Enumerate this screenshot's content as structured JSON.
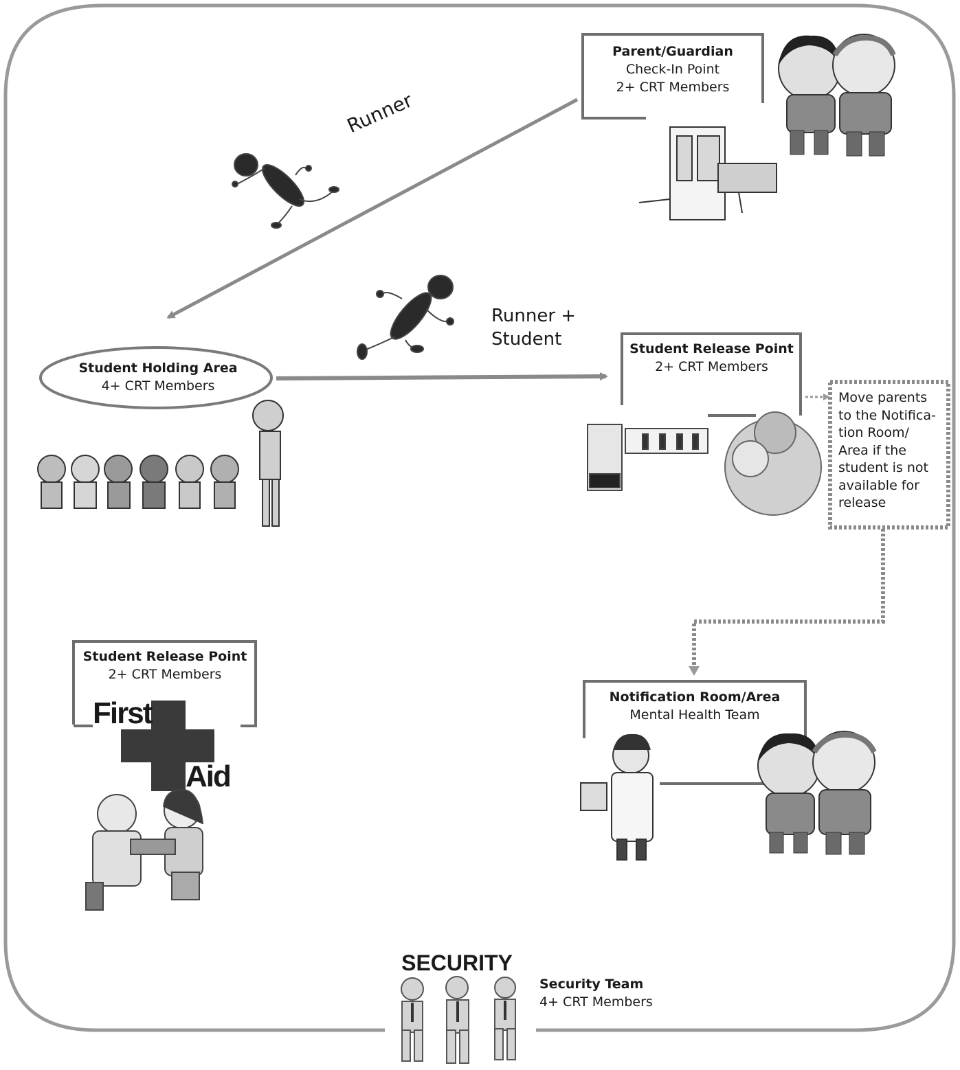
{
  "checkin": {
    "line1": "Parent/Guardian",
    "line2": "Check-In Point",
    "line3": "2+ CRT Members"
  },
  "runner_label": "Runner",
  "runner_student": {
    "line1": "Runner +",
    "line2": "Student"
  },
  "holding": {
    "line1": "Student Holding Area",
    "line2": "4+ CRT Members"
  },
  "release_main": {
    "line1": "Student Release Point",
    "line2": "2+ CRT Members"
  },
  "note_lines": [
    "Move parents",
    "to the Notifica-",
    "tion Room/",
    "Area if the",
    "student is not",
    "available for",
    "release"
  ],
  "release_aid": {
    "line1": "Student Release Point",
    "line2": "2+ CRT Members"
  },
  "first_aid_sign": {
    "word1": "First",
    "word2": "Aid"
  },
  "notification": {
    "line1": "Notification Room/Area",
    "line2": "Mental Health Team"
  },
  "security": {
    "title": "SECURITY",
    "line1": "Security Team",
    "line2": "4+ CRT Members"
  }
}
